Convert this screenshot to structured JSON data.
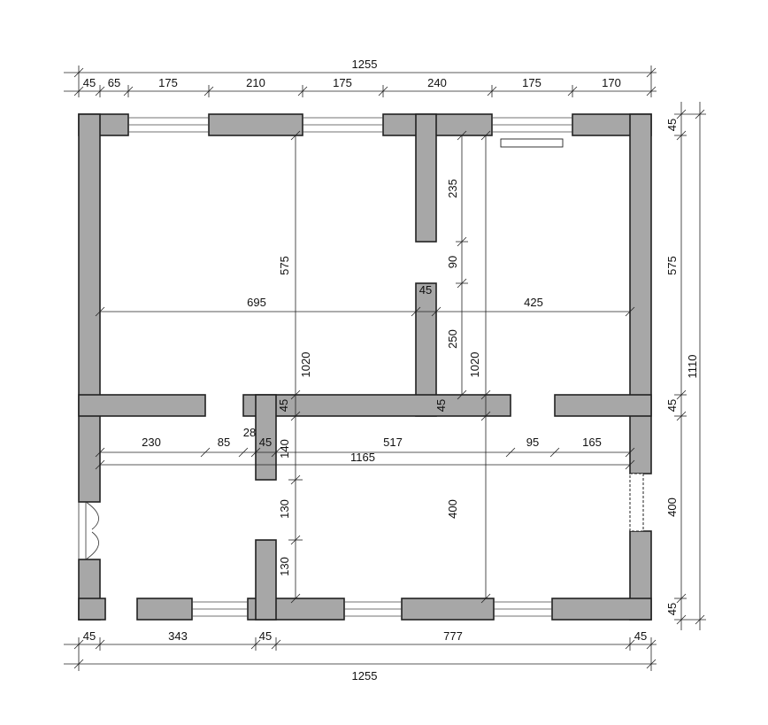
{
  "top_dims": {
    "total": "1255",
    "segments": [
      "45",
      "65",
      "175",
      "210",
      "175",
      "240",
      "175",
      "170"
    ]
  },
  "bottom_dims": {
    "total": "1255",
    "segments": [
      "45",
      "343",
      "45",
      "777",
      "45"
    ]
  },
  "right_dims": {
    "total": "1110",
    "segments": [
      "45",
      "575",
      "45",
      "400",
      "45"
    ]
  },
  "interior_dims": {
    "left_room_width": "695",
    "right_room_width": "425",
    "left_height_upper": "575",
    "left_height_full": "1020",
    "partition_upper": "235",
    "partition_gap": "90",
    "partition_thick": "45",
    "partition_lower": "250",
    "right_height_full": "1020",
    "wall_thick_left": "45",
    "wall_thick_right": "45",
    "h_230": "230",
    "h_85": "85",
    "h_28": "28",
    "h_45": "45",
    "h_517": "517",
    "h_95": "95",
    "h_165": "165",
    "h_1165": "1165",
    "v_140": "140",
    "v_130a": "130",
    "v_130b": "130",
    "v_400": "400"
  }
}
